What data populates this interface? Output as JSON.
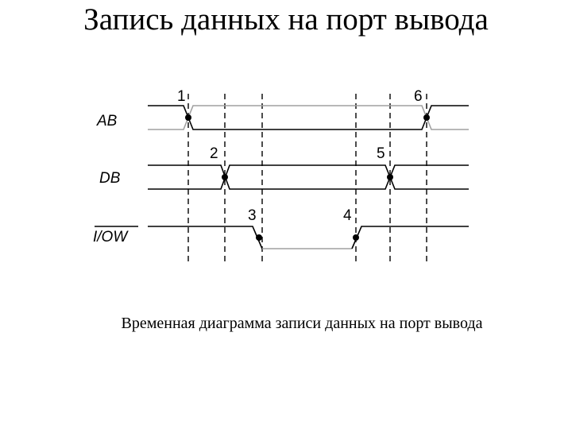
{
  "title": "Запись данных на порт вывода",
  "caption": "Временная диаграмма записи данных на порт вывода",
  "signals": {
    "ab": "AB",
    "db": "DB",
    "iow": "I/OW"
  },
  "markers": [
    "1",
    "2",
    "3",
    "4",
    "5",
    "6"
  ],
  "colors": {
    "line": "#000000",
    "inactive_line": "#a0a0a0"
  }
}
